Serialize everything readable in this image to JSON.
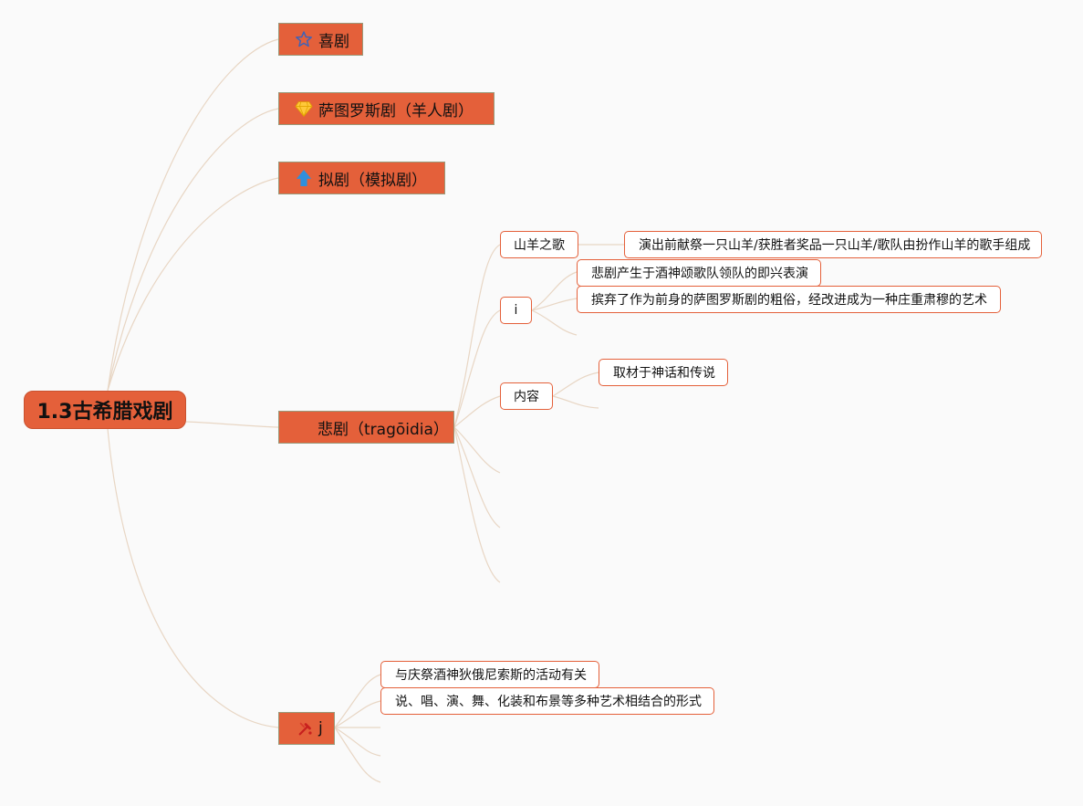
{
  "root": {
    "title": "1.3古希腊戏剧"
  },
  "branches": [
    {
      "label": "喜剧",
      "icon": "star-icon"
    },
    {
      "label": "萨图罗斯剧（羊人剧）",
      "icon": "diamond-icon"
    },
    {
      "label": "拟剧（模拟剧）",
      "icon": "arrow-up-icon"
    },
    {
      "label": "悲剧（tragōidia）",
      "icon": "none"
    },
    {
      "label": "j",
      "icon": "tools-icon"
    }
  ],
  "tragedy": {
    "subtopics": [
      {
        "label": "山羊之歌",
        "details": [
          "演出前献祭一只山羊/获胜者奖品一只山羊/歌队由扮作山羊的歌手组成"
        ]
      },
      {
        "label": "i",
        "details": [
          "悲剧产生于酒神颂歌队领队的即兴表演",
          "摈弃了作为前身的萨图罗斯剧的粗俗，经改进成为一种庄重肃穆的艺术"
        ]
      },
      {
        "label": "内容",
        "details": [
          "取材于神话和传说"
        ]
      }
    ]
  },
  "j_branch": {
    "details": [
      "与庆祭酒神狄俄尼索斯的活动有关",
      "说、唱、演、舞、化装和布景等多种艺术相结合的形式"
    ]
  },
  "colors": {
    "node_fill": "#e4603a",
    "connector": "#e8d6c4",
    "background": "#fafafa"
  }
}
